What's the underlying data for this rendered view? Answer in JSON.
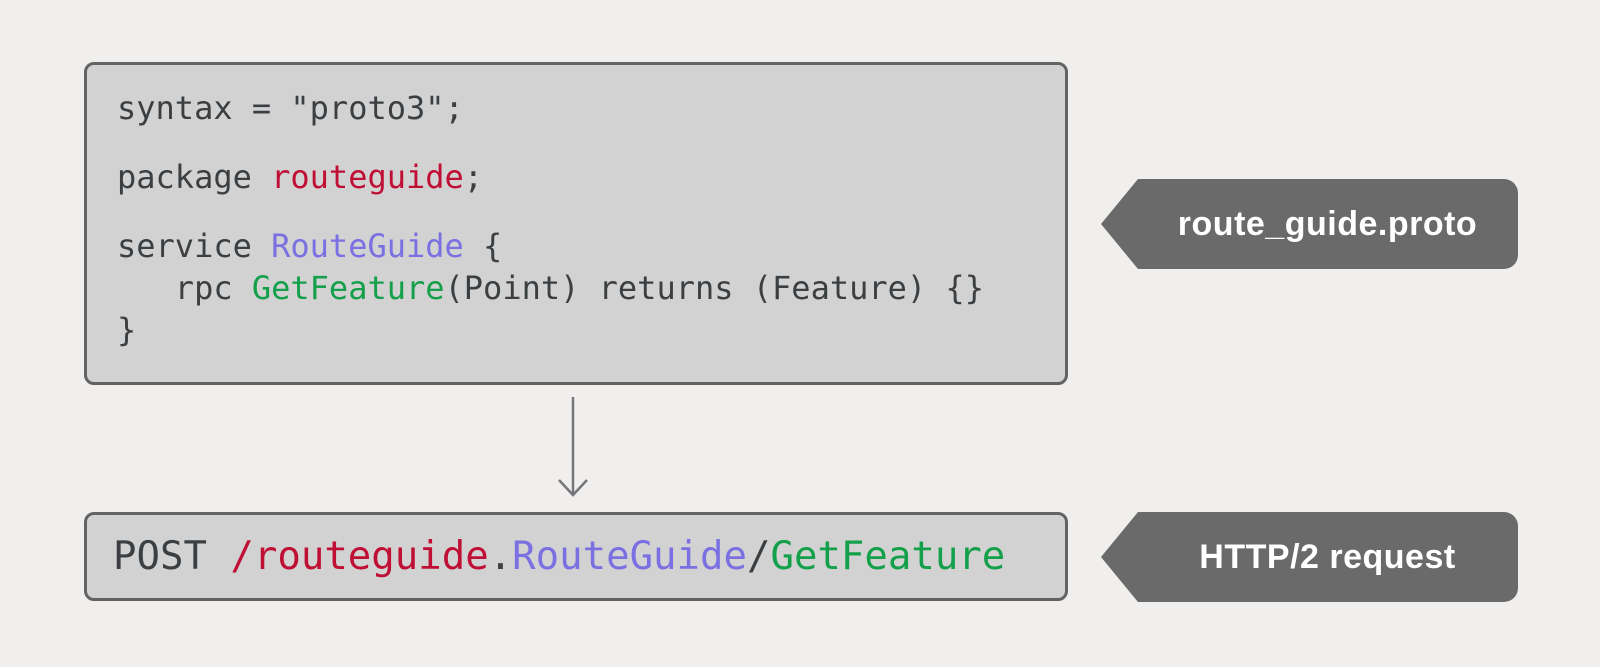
{
  "colors": {
    "page_bg": "#f0efed",
    "block_bg": "#d2d2d2",
    "block_border": "#636363",
    "tag_bg": "#6a6a6a",
    "tag_text": "#ffffff",
    "code_default": "#3b3f42",
    "code_red": "#c00f35",
    "code_purple": "#7b70e2",
    "code_green": "#14a04a",
    "arrow": "#76767a"
  },
  "proto_block": {
    "lines": [
      {
        "gap_before": false,
        "segments": [
          {
            "color": "default",
            "text": "syntax = \"proto3\";"
          }
        ]
      },
      {
        "gap_before": true,
        "segments": [
          {
            "color": "default",
            "text": "package "
          },
          {
            "color": "red",
            "text": "routeguide"
          },
          {
            "color": "default",
            "text": ";"
          }
        ]
      },
      {
        "gap_before": true,
        "segments": [
          {
            "color": "default",
            "text": "service "
          },
          {
            "color": "purple",
            "text": "RouteGuide"
          },
          {
            "color": "default",
            "text": " {"
          }
        ]
      },
      {
        "gap_before": false,
        "segments": [
          {
            "color": "default",
            "text": "   rpc "
          },
          {
            "color": "green",
            "text": "GetFeature"
          },
          {
            "color": "default",
            "text": "(Point) returns (Feature) {}"
          }
        ]
      },
      {
        "gap_before": false,
        "segments": [
          {
            "color": "default",
            "text": "}"
          }
        ]
      }
    ]
  },
  "http_block": {
    "segments": [
      {
        "color": "default",
        "text": "POST "
      },
      {
        "color": "red",
        "text": "/routeguide"
      },
      {
        "color": "default",
        "text": "."
      },
      {
        "color": "purple",
        "text": "RouteGuide"
      },
      {
        "color": "default",
        "text": "/"
      },
      {
        "color": "green",
        "text": "GetFeature"
      }
    ]
  },
  "tags": [
    {
      "label": "route_guide.proto"
    },
    {
      "label": "HTTP/2 request"
    }
  ]
}
